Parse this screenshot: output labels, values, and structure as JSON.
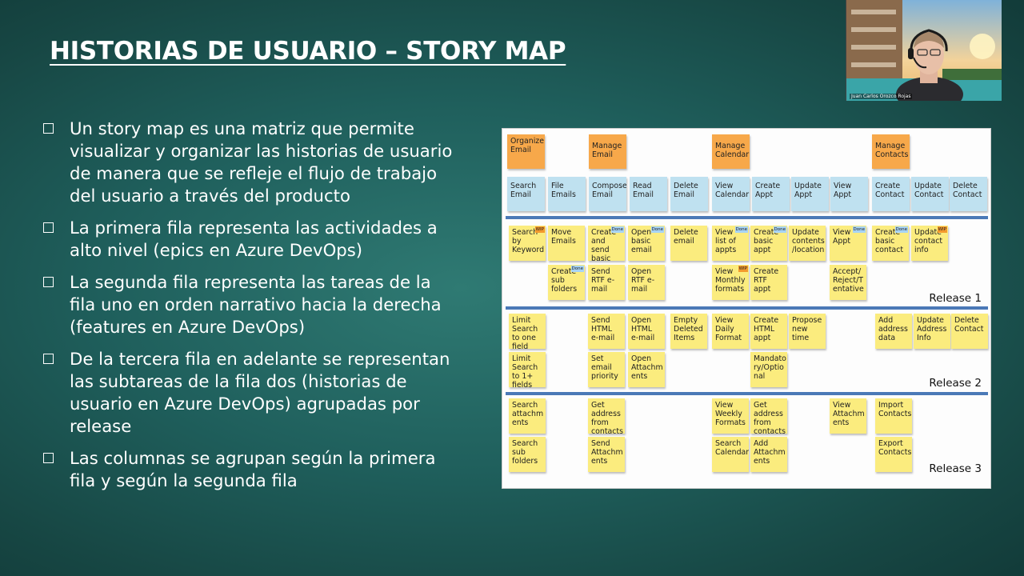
{
  "slide": {
    "title": "HISTORIAS DE USUARIO – STORY MAP",
    "bullets": [
      "Un story map es una matriz que permite visualizar y organizar las historias de usuario de manera que se refleje el flujo de trabajo del usuario a través del producto",
      "La primera fila representa las actividades a alto nivel (epics en Azure DevOps)",
      "La segunda fila representa las tareas de la fila uno en orden narrativo hacia la derecha (features en Azure DevOps)",
      "De la tercera fila en adelante se representan las subtareas de la fila dos (historias de usuario en Azure DevOps) agrupadas por release",
      "Las columnas se agrupan según la primera fila y según la segunda fila"
    ]
  },
  "story_map": {
    "epics": [
      "Organize Email",
      "Manage Email",
      "Manage Calendar",
      "Manage Contacts"
    ],
    "features": [
      "Search Email",
      "File Emails",
      "Compose Email",
      "Read Email",
      "Delete Email",
      "View Calendar",
      "Create Appt",
      "Update Appt",
      "View Appt",
      "Create Contact",
      "Update Contact",
      "Delete Contact"
    ],
    "release_1": {
      "label": "Release 1",
      "stories": [
        "Search by Keyword",
        "Move Emails",
        "Create and send basic email",
        "Open basic email",
        "Delete email",
        "View list of appts",
        "Create basic appt",
        "Update contents /location",
        "View Appt",
        "Create basic contact",
        "Update contact info",
        "Create sub folders",
        "Send RTF e-mail",
        "Open RTF e-mail",
        "View Monthly formats",
        "Create RTF appt",
        "Accept/ Reject/T entative"
      ]
    },
    "release_2": {
      "label": "Release 2",
      "stories": [
        "Limit Search to one field",
        "Send HTML e-mail",
        "Open HTML e-mail",
        "Empty Deleted Items",
        "View Daily Format",
        "Create HTML appt",
        "Propose new time",
        "Add address data",
        "Update Address Info",
        "Delete Contact",
        "Limit Search to 1+ fields",
        "Set email priority",
        "Open Attachm ents",
        "Mandato ry/Optio nal"
      ]
    },
    "release_3": {
      "label": "Release 3",
      "stories": [
        "Search attachm ents",
        "Get address from contacts",
        "View Weekly Formats",
        "Get address from contacts",
        "View Attachm ents",
        "Import Contacts",
        "Search sub folders",
        "Send Attachm ents",
        "Search Calendar",
        "Add Attachm ents",
        "Export Contacts"
      ]
    },
    "tags": {
      "done": "Done",
      "wip": "WIP"
    }
  },
  "webcam": {
    "participant_name": "Juan Carlos Orozco Rojas"
  },
  "colors": {
    "epic": "#f7a84a",
    "feature": "#bfe1f0",
    "story": "#fbec7e",
    "release_bar": "#4b79b7",
    "background": "#1f5f5c"
  }
}
